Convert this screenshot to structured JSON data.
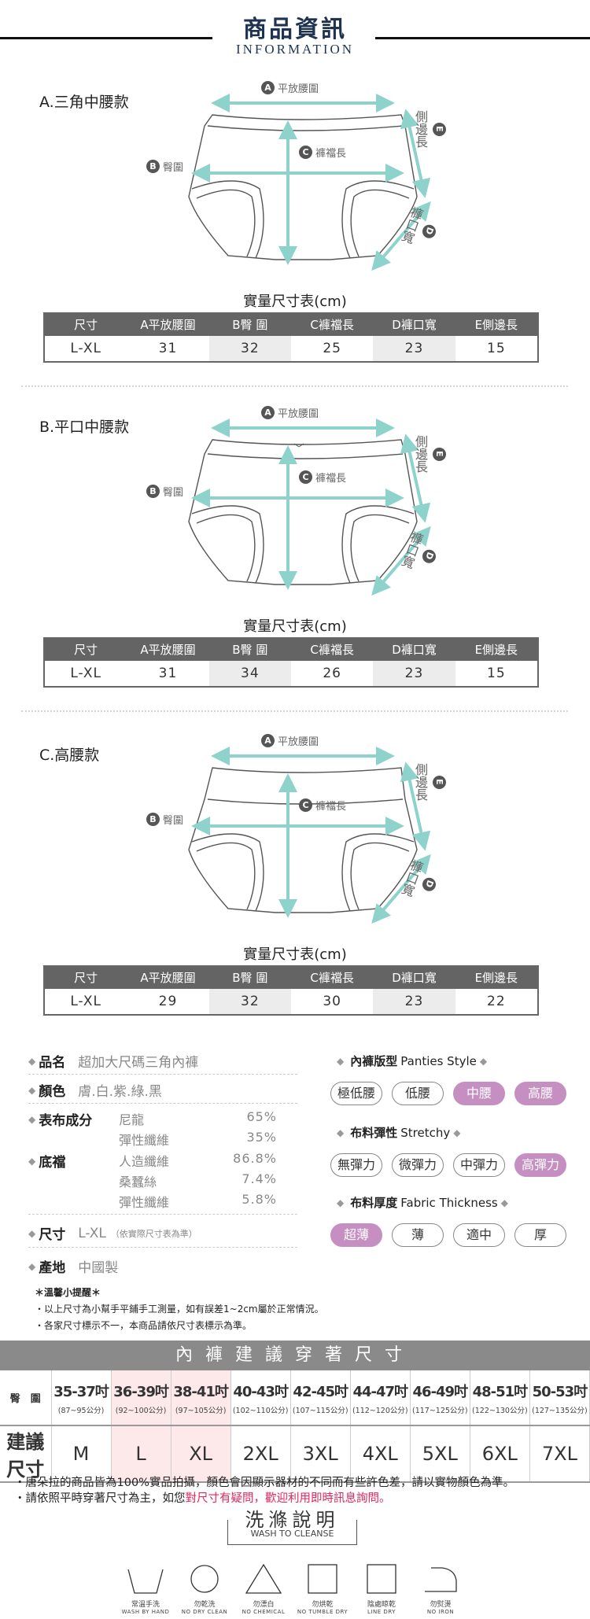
{
  "header": {
    "title": "商品資訊",
    "subtitle": "INFORMATION"
  },
  "colors": {
    "accent": "#8dd3cc",
    "pill_active": "#c58fc1",
    "table_header": "#646464",
    "banner": "#8a8a8a",
    "highlight": "#fde8ea",
    "alert": "#e6245a"
  },
  "labels": {
    "a": "A",
    "a_text": "平放腰圍",
    "b": "B",
    "b_text": "臀圍",
    "c": "C",
    "c_text": "褲襠長",
    "d": "D",
    "d_text": "褲口寬",
    "e": "E",
    "e_text": "側邊長"
  },
  "table_title": "實量尺寸表(cm)",
  "table_headers": [
    "尺寸",
    "A平放腰圍",
    "B臀 圍",
    "C褲襠長",
    "D褲口寬",
    "E側邊長"
  ],
  "styles": [
    {
      "title": "A.三角中腰款",
      "row": [
        "L-XL",
        "31",
        "32",
        "25",
        "23",
        "15"
      ]
    },
    {
      "title": "B.平口中腰款",
      "row": [
        "L-XL",
        "31",
        "34",
        "26",
        "23",
        "15"
      ]
    },
    {
      "title": "C.高腰款",
      "row": [
        "L-XL",
        "29",
        "32",
        "30",
        "23",
        "22"
      ]
    }
  ],
  "info": {
    "name_label": "品名",
    "name": "超加大尺碼三角內褲",
    "color_label": "顏色",
    "color": "膚.白.紫.綠.黑",
    "fabric_label": "表布成分",
    "crotch_label": "底襠",
    "materials": [
      {
        "name": "尼龍",
        "pct": "65%"
      },
      {
        "name": "彈性纖維",
        "pct": "35%"
      },
      {
        "name": "人造纖維",
        "pct": "86.8%"
      },
      {
        "name": "桑蠶絲",
        "pct": "7.4%"
      },
      {
        "name": "彈性纖維",
        "pct": "5.8%"
      }
    ],
    "size_label": "尺寸",
    "size": "L-XL",
    "size_note": "（依實際尺寸表為準）",
    "origin_label": "產地",
    "origin": "中國製"
  },
  "attributes": [
    {
      "label": "內褲版型",
      "en": "Panties Style",
      "options": [
        {
          "t": "極低腰",
          "on": false
        },
        {
          "t": "低腰",
          "on": false
        },
        {
          "t": "中腰",
          "on": true
        },
        {
          "t": "高腰",
          "on": true
        }
      ]
    },
    {
      "label": "布料彈性",
      "en": "Stretchy",
      "options": [
        {
          "t": "無彈力",
          "on": false
        },
        {
          "t": "微彈力",
          "on": false
        },
        {
          "t": "中彈力",
          "on": false
        },
        {
          "t": "高彈力",
          "on": true
        }
      ]
    },
    {
      "label": "布料厚度",
      "en": "Fabric Thickness",
      "options": [
        {
          "t": "超薄",
          "on": true
        },
        {
          "t": "薄",
          "on": false
        },
        {
          "t": "適中",
          "on": false
        },
        {
          "t": "厚",
          "on": false
        }
      ]
    }
  ],
  "reminder": {
    "title": "＊溫馨小提醒＊",
    "lines": [
      "・以上尺寸為小幫手平鋪手工測量，如有誤差1~2cm屬於正常情況。",
      "・各家尺寸標示不一，本商品請依尺寸表標示為準。"
    ]
  },
  "size_chart": {
    "title": "內褲建議穿著尺寸",
    "hip_label": "臀　圍",
    "rec_label": "建議尺寸",
    "cols": [
      {
        "in": "35-37吋",
        "cm": "(87~95公分)",
        "size": "M",
        "hl": false
      },
      {
        "in": "36-39吋",
        "cm": "(92~100公分)",
        "size": "L",
        "hl": true
      },
      {
        "in": "38-41吋",
        "cm": "(97~105公分)",
        "size": "XL",
        "hl": true
      },
      {
        "in": "40-43吋",
        "cm": "(102~110公分)",
        "size": "2XL",
        "hl": false
      },
      {
        "in": "42-45吋",
        "cm": "(107~115公分)",
        "size": "3XL",
        "hl": false
      },
      {
        "in": "44-47吋",
        "cm": "(112~120公分)",
        "size": "4XL",
        "hl": false
      },
      {
        "in": "46-49吋",
        "cm": "(117~125公分)",
        "size": "5XL",
        "hl": false
      },
      {
        "in": "48-51吋",
        "cm": "(122~130公分)",
        "size": "6XL",
        "hl": false
      },
      {
        "in": "50-53吋",
        "cm": "(127~135公分)",
        "size": "7XL",
        "hl": false
      }
    ]
  },
  "notes": {
    "line1": "・唐朵拉的商品皆為100%實品拍攝，顏色會因顯示器材的不同而有些許色差，請以實物顏色為準。",
    "line2_pre": "・請依照平時穿著尺寸為主，如您",
    "line2_red": "對尺寸有疑問，歡迎利用即時訊息詢問。"
  },
  "wash": {
    "title": "洗滌說明",
    "subtitle": "WASH TO CLEANSE",
    "icons": [
      {
        "icon": "hand-wash-icon",
        "zh": "常溫手洗",
        "en": "WASH BY HAND"
      },
      {
        "icon": "no-dry-clean-icon",
        "zh": "勿乾洗",
        "en": "NO DRY CLEAN"
      },
      {
        "icon": "no-bleach-icon",
        "zh": "勿漂白",
        "en": "NO CHEMICAL"
      },
      {
        "icon": "no-tumble-dry-icon",
        "zh": "勿烘乾",
        "en": "NO TUMBLE DRY"
      },
      {
        "icon": "line-dry-icon",
        "zh": "陰處晾乾",
        "en": "LINE DRY"
      },
      {
        "icon": "no-iron-icon",
        "zh": "勿熨燙",
        "en": "NO IRON"
      }
    ]
  }
}
